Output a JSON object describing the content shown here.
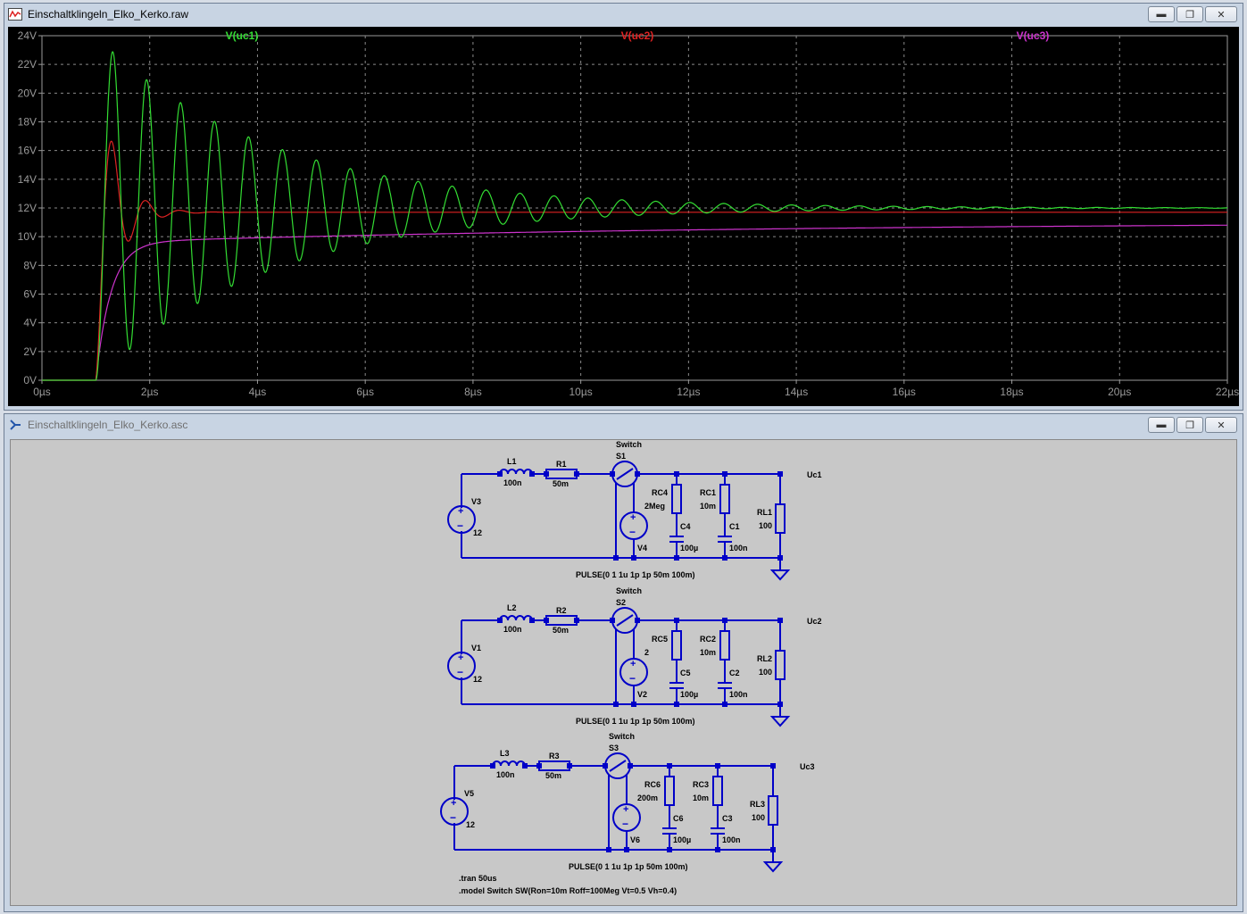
{
  "plot_window": {
    "title": "Einschaltklingeln_Elko_Kerko.raw",
    "controls": {
      "minimize": "minimize-icon",
      "restore": "restore-icon",
      "close": "close-icon"
    }
  },
  "schematic_window": {
    "title": "Einschaltklingeln_Elko_Kerko.asc"
  },
  "colors": {
    "uc1": "#33dd33",
    "uc2": "#dd2222",
    "uc3": "#cc33cc",
    "wire": "#0000c8",
    "label": "#000000"
  },
  "chart_data": {
    "type": "line",
    "ylim": [
      0,
      24
    ],
    "xlim": [
      0,
      22
    ],
    "y_ticks": [
      "0V",
      "2V",
      "4V",
      "6V",
      "8V",
      "10V",
      "12V",
      "14V",
      "16V",
      "18V",
      "20V",
      "22V",
      "24V"
    ],
    "x_ticks": [
      "0µs",
      "2µs",
      "4µs",
      "6µs",
      "8µs",
      "10µs",
      "12µs",
      "14µs",
      "16µs",
      "18µs",
      "20µs",
      "22µs"
    ],
    "grid": true,
    "series": [
      {
        "name": "V(uc1)",
        "color": "#33dd33",
        "final": 12.0,
        "peak": 22.6,
        "period_us": 0.63,
        "decay_us": 3.2
      },
      {
        "name": "V(uc2)",
        "color": "#dd2222",
        "final": 11.7,
        "peak": 16.4,
        "period_us": 0.63,
        "decay_us": 0.35
      },
      {
        "name": "V(uc3)",
        "color": "#cc33cc",
        "plateau": 9.6,
        "final_at_22us": 10.8
      }
    ]
  },
  "circuit": {
    "rows": [
      {
        "switch": "Switch",
        "s": "S1",
        "l": "L1",
        "lval": "100n",
        "r": "R1",
        "rval": "50m",
        "v": "V3",
        "vval": "12",
        "vsw": "V4",
        "rc_big": "RC4",
        "rc_big_val": "2Meg",
        "c_big": "C4",
        "c_big_val": "100µ",
        "rc_small": "RC1",
        "rc_small_val": "10m",
        "c_small": "C1",
        "c_small_val": "100n",
        "rl": "RL1",
        "rl_val": "100",
        "net": "Uc1",
        "pulse": "PULSE(0 1 1u 1p 1p 50m 100m)"
      },
      {
        "switch": "Switch",
        "s": "S2",
        "l": "L2",
        "lval": "100n",
        "r": "R2",
        "rval": "50m",
        "v": "V1",
        "vval": "12",
        "vsw": "V2",
        "rc_big": "RC5",
        "rc_big_val": "2",
        "c_big": "C5",
        "c_big_val": "100µ",
        "rc_small": "RC2",
        "rc_small_val": "10m",
        "c_small": "C2",
        "c_small_val": "100n",
        "rl": "RL2",
        "rl_val": "100",
        "net": "Uc2",
        "pulse": "PULSE(0 1 1u 1p 1p 50m 100m)"
      },
      {
        "switch": "Switch",
        "s": "S3",
        "l": "L3",
        "lval": "100n",
        "r": "R3",
        "rval": "50m",
        "v": "V5",
        "vval": "12",
        "vsw": "V6",
        "rc_big": "RC6",
        "rc_big_val": "200m",
        "c_big": "C6",
        "c_big_val": "100µ",
        "rc_small": "RC3",
        "rc_small_val": "10m",
        "c_small": "C3",
        "c_small_val": "100n",
        "rl": "RL3",
        "rl_val": "100",
        "net": "Uc3",
        "pulse": "PULSE(0 1 1u 1p 1p 50m 100m)"
      }
    ],
    "directives": [
      ".tran 50us",
      ".model Switch SW(Ron=10m Roff=100Meg Vt=0.5 Vh=0.4)"
    ]
  }
}
